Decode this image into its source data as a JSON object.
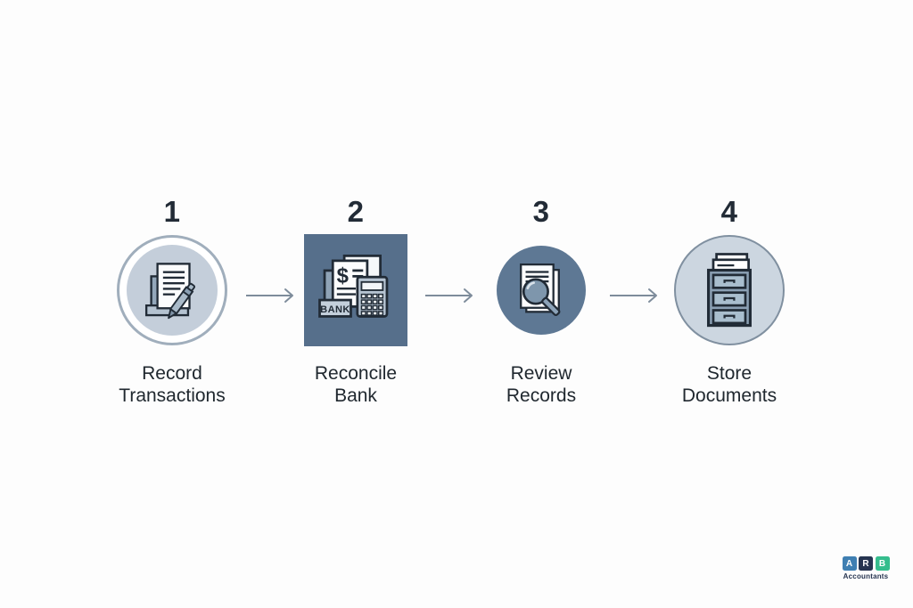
{
  "diagram": {
    "title_semantic": "bookkeeping-process-4-steps",
    "steps": [
      {
        "number": "1",
        "label_line1": "Record",
        "label_line2": "Transactions",
        "icon": "document-pen-icon",
        "shape": "light-ringed-circle"
      },
      {
        "number": "2",
        "label_line1": "Reconcile",
        "label_line2": "Bank",
        "icon": "bank-statement-calculator-icon",
        "shape": "dark-square",
        "bank_sign_text": "BANK",
        "currency_symbol": "$"
      },
      {
        "number": "3",
        "label_line1": "Review",
        "label_line2": "Records",
        "icon": "magnifier-documents-icon",
        "shape": "dark-circle"
      },
      {
        "number": "4",
        "label_line1": "Store",
        "label_line2": "Documents",
        "icon": "filing-cabinet-icon",
        "shape": "pale-circle"
      }
    ],
    "arrow_count": 3
  },
  "logo": {
    "letters": [
      "A",
      "R",
      "B"
    ],
    "subtitle": "Accountants",
    "letter_colors": [
      "#3f7fb2",
      "#263450",
      "#35bd8d"
    ],
    "subtitle_color": "#263450"
  },
  "colors": {
    "background": "#fdfdfd",
    "dark_square": "#566f8b",
    "dark_circle": "#5e7894",
    "light_circle_inner": "#c4ceda",
    "pale_circle_fill": "#ccd6e0",
    "arrow": "#7e8c9b",
    "text": "#222b36",
    "icon_outline": "#212b36"
  }
}
